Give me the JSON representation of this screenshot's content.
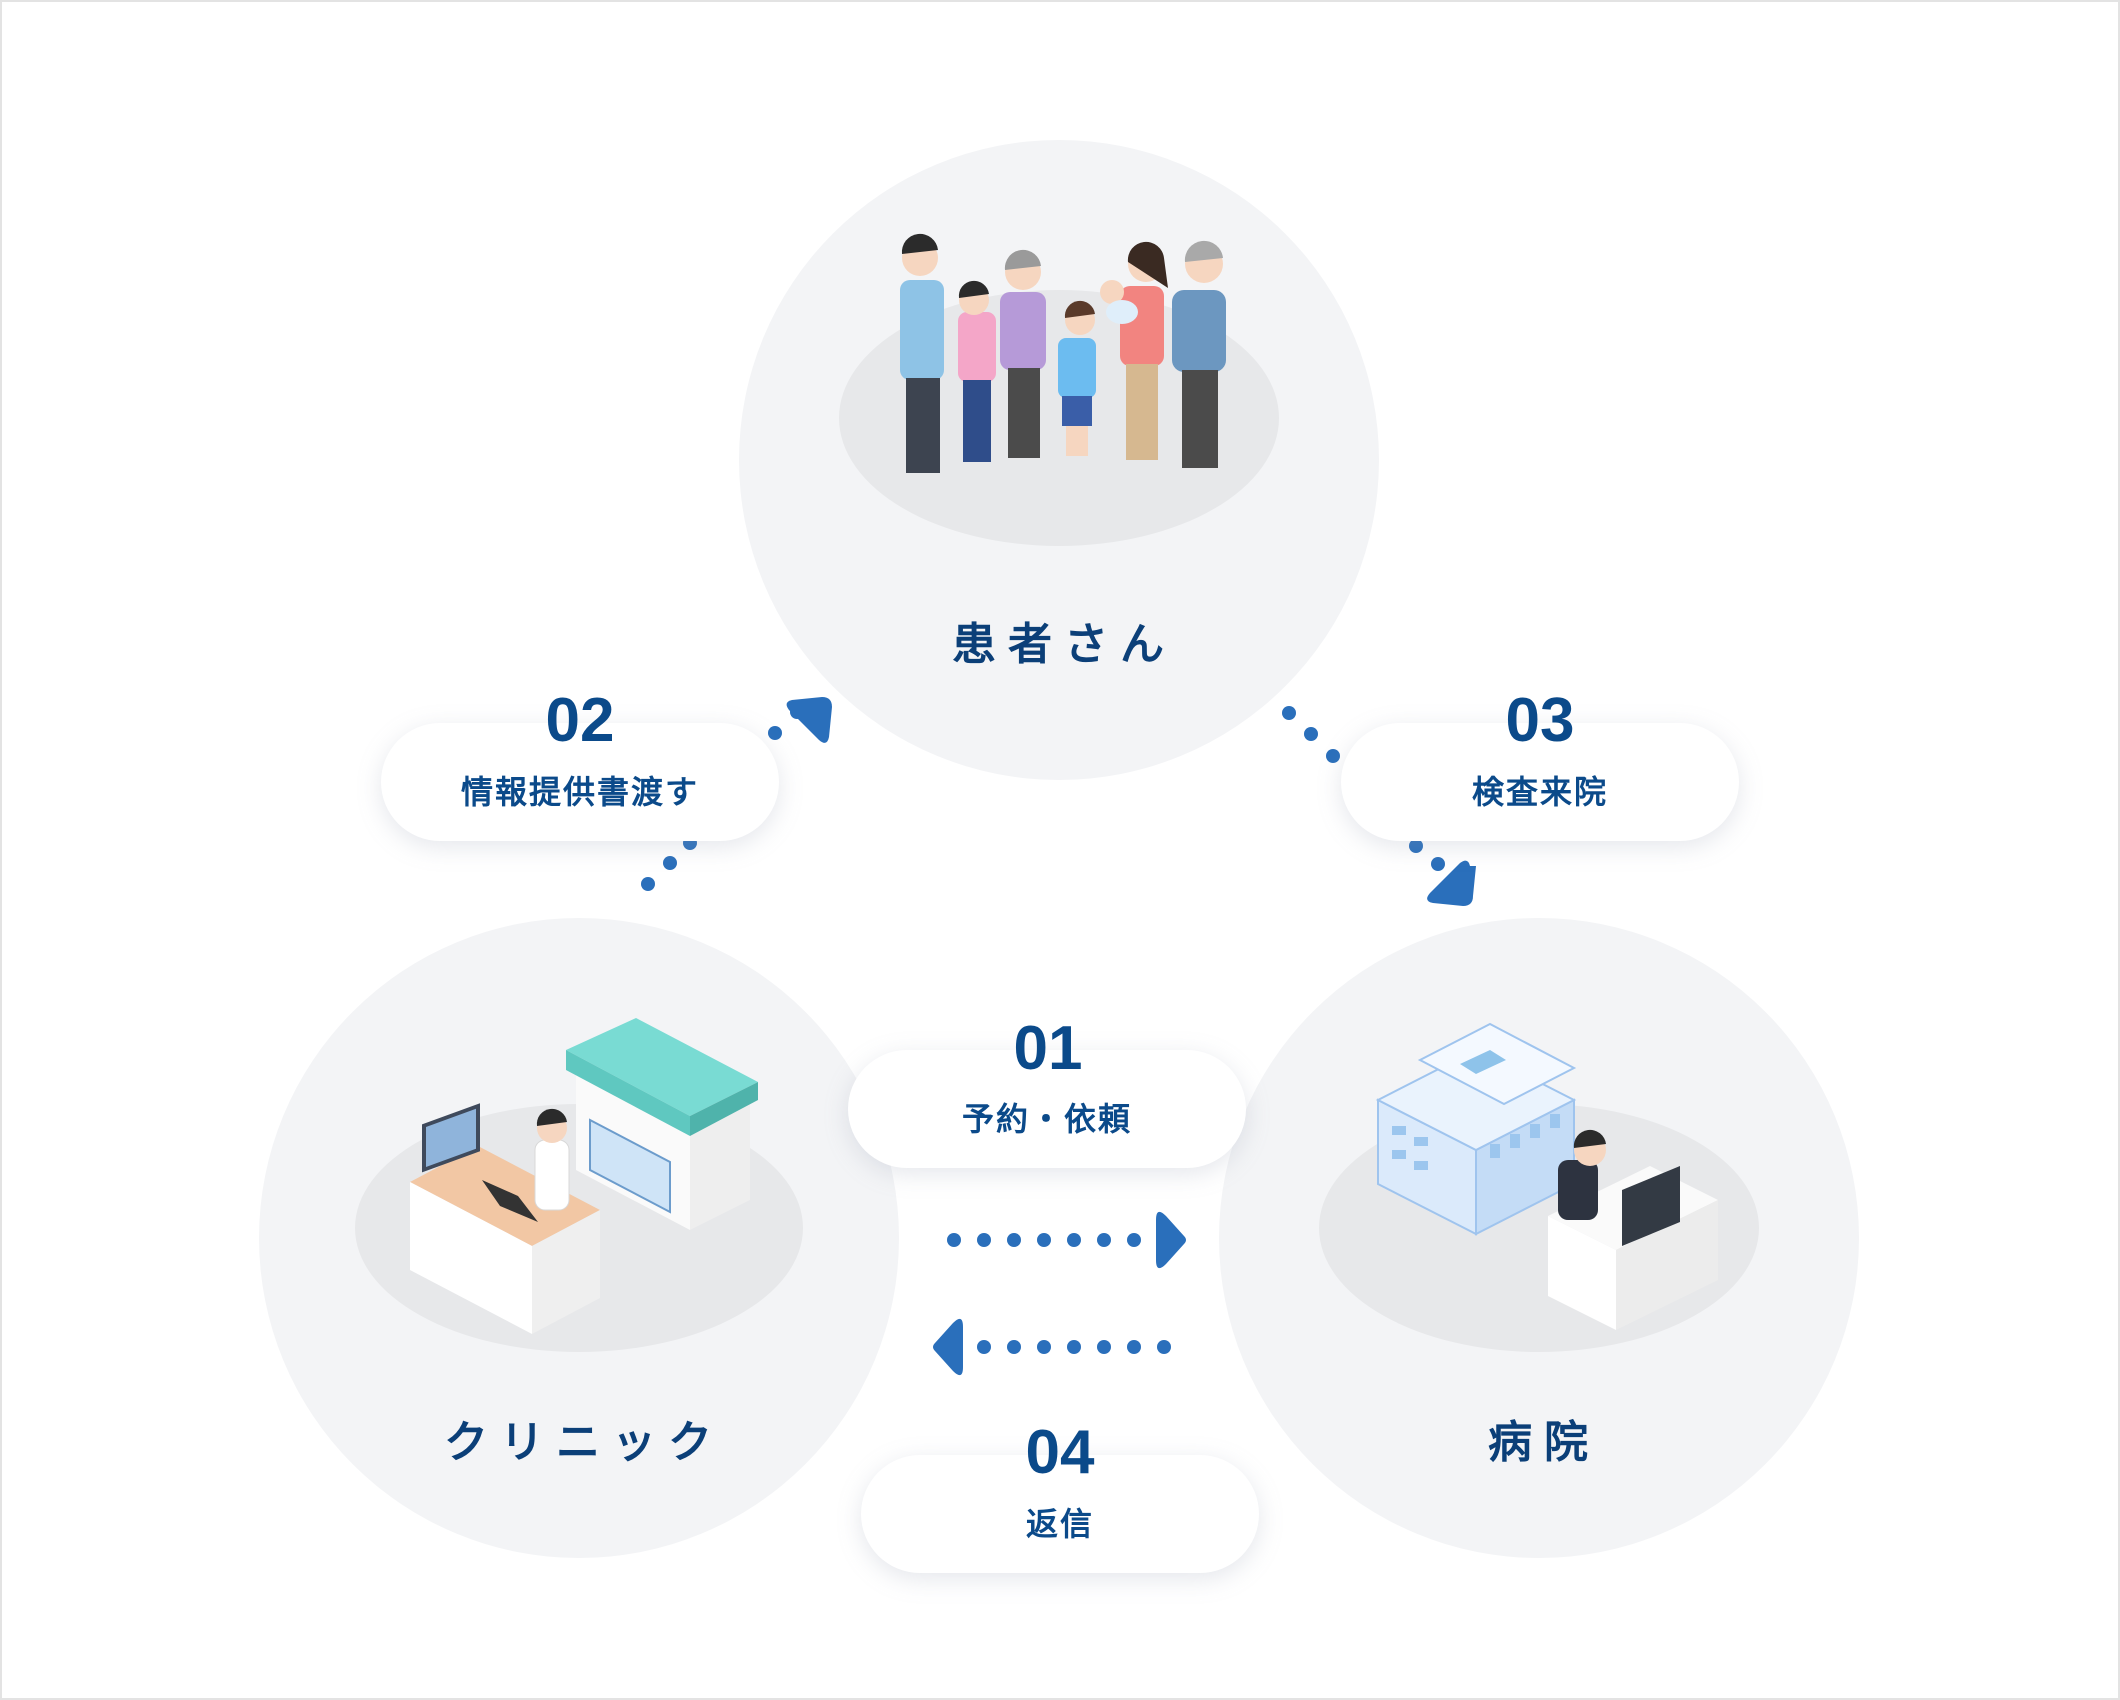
{
  "nodes": {
    "patient": "患者さん",
    "clinic": "クリニック",
    "hospital": "病院"
  },
  "steps": [
    {
      "number": "01",
      "label": "予約・依頼"
    },
    {
      "number": "02",
      "label": "情報提供書渡す"
    },
    {
      "number": "03",
      "label": "検査来院"
    },
    {
      "number": "04",
      "label": "返信"
    }
  ],
  "colors": {
    "number": "#0b4a8a",
    "arrow": "#2a6fbb",
    "circle": "#f3f4f6"
  }
}
